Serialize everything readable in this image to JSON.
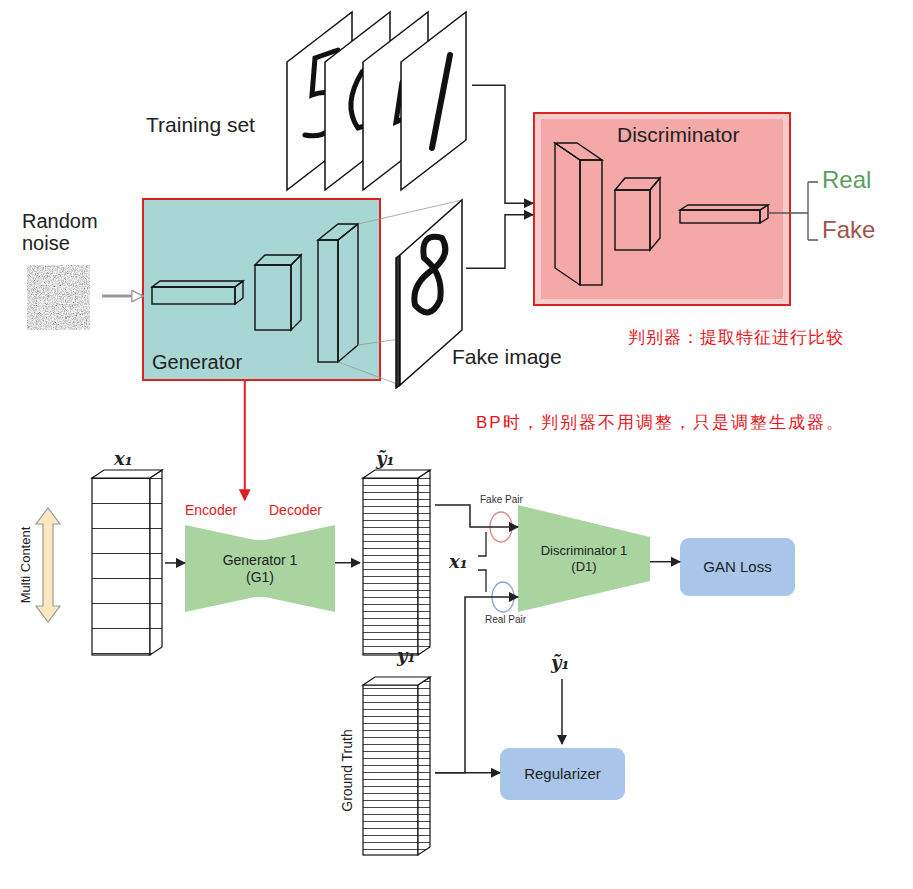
{
  "diagram": {
    "nodes": [
      {
        "text": [
          "Training set"
        ]
      },
      {
        "text": [
          "Random noise"
        ]
      },
      {
        "text": [
          "Generator"
        ]
      },
      {
        "text": [
          "Fake image"
        ]
      },
      {
        "text": [
          "Discriminator"
        ]
      },
      {
        "text": [
          "x₁"
        ]
      },
      {
        "text": [
          "Encoder",
          "Decoder",
          "Generator 1 (G1)"
        ]
      },
      {
        "text": [
          "ỹ₁"
        ]
      },
      {
        "text": [
          "Discriminator 1 (D1)"
        ]
      },
      {
        "text": [
          "GAN Loss"
        ]
      },
      {
        "text": [
          "y₁",
          "Ground Truth"
        ]
      },
      {
        "text": [
          "Regularizer"
        ]
      }
    ],
    "edges": [
      {
        "from": 1,
        "to": 2,
        "arrow": "to"
      },
      {
        "from": 0,
        "to": 4,
        "arrow": "to"
      },
      {
        "from": 3,
        "to": 4,
        "arrow": "to"
      },
      {
        "from": 2,
        "to": 6,
        "arrow": "to"
      },
      {
        "from": 5,
        "to": 6,
        "arrow": "to"
      },
      {
        "from": 6,
        "to": 7,
        "arrow": "to"
      },
      {
        "from": 7,
        "to": 8,
        "label": "Fake Pair",
        "arrow": "to"
      },
      {
        "from": 10,
        "to": 8,
        "label": "Real Pair",
        "arrow": "to"
      },
      {
        "from": 8,
        "to": 9,
        "arrow": "to"
      },
      {
        "from": 10,
        "to": 11,
        "arrow": "to"
      }
    ],
    "labels": [
      "Real",
      "Fake",
      "判别器：提取特征进行比较",
      "BP时，判别器不用调整，只是调整生成器。",
      "Multi Content",
      "x₁",
      "ỹ₁"
    ]
  }
}
